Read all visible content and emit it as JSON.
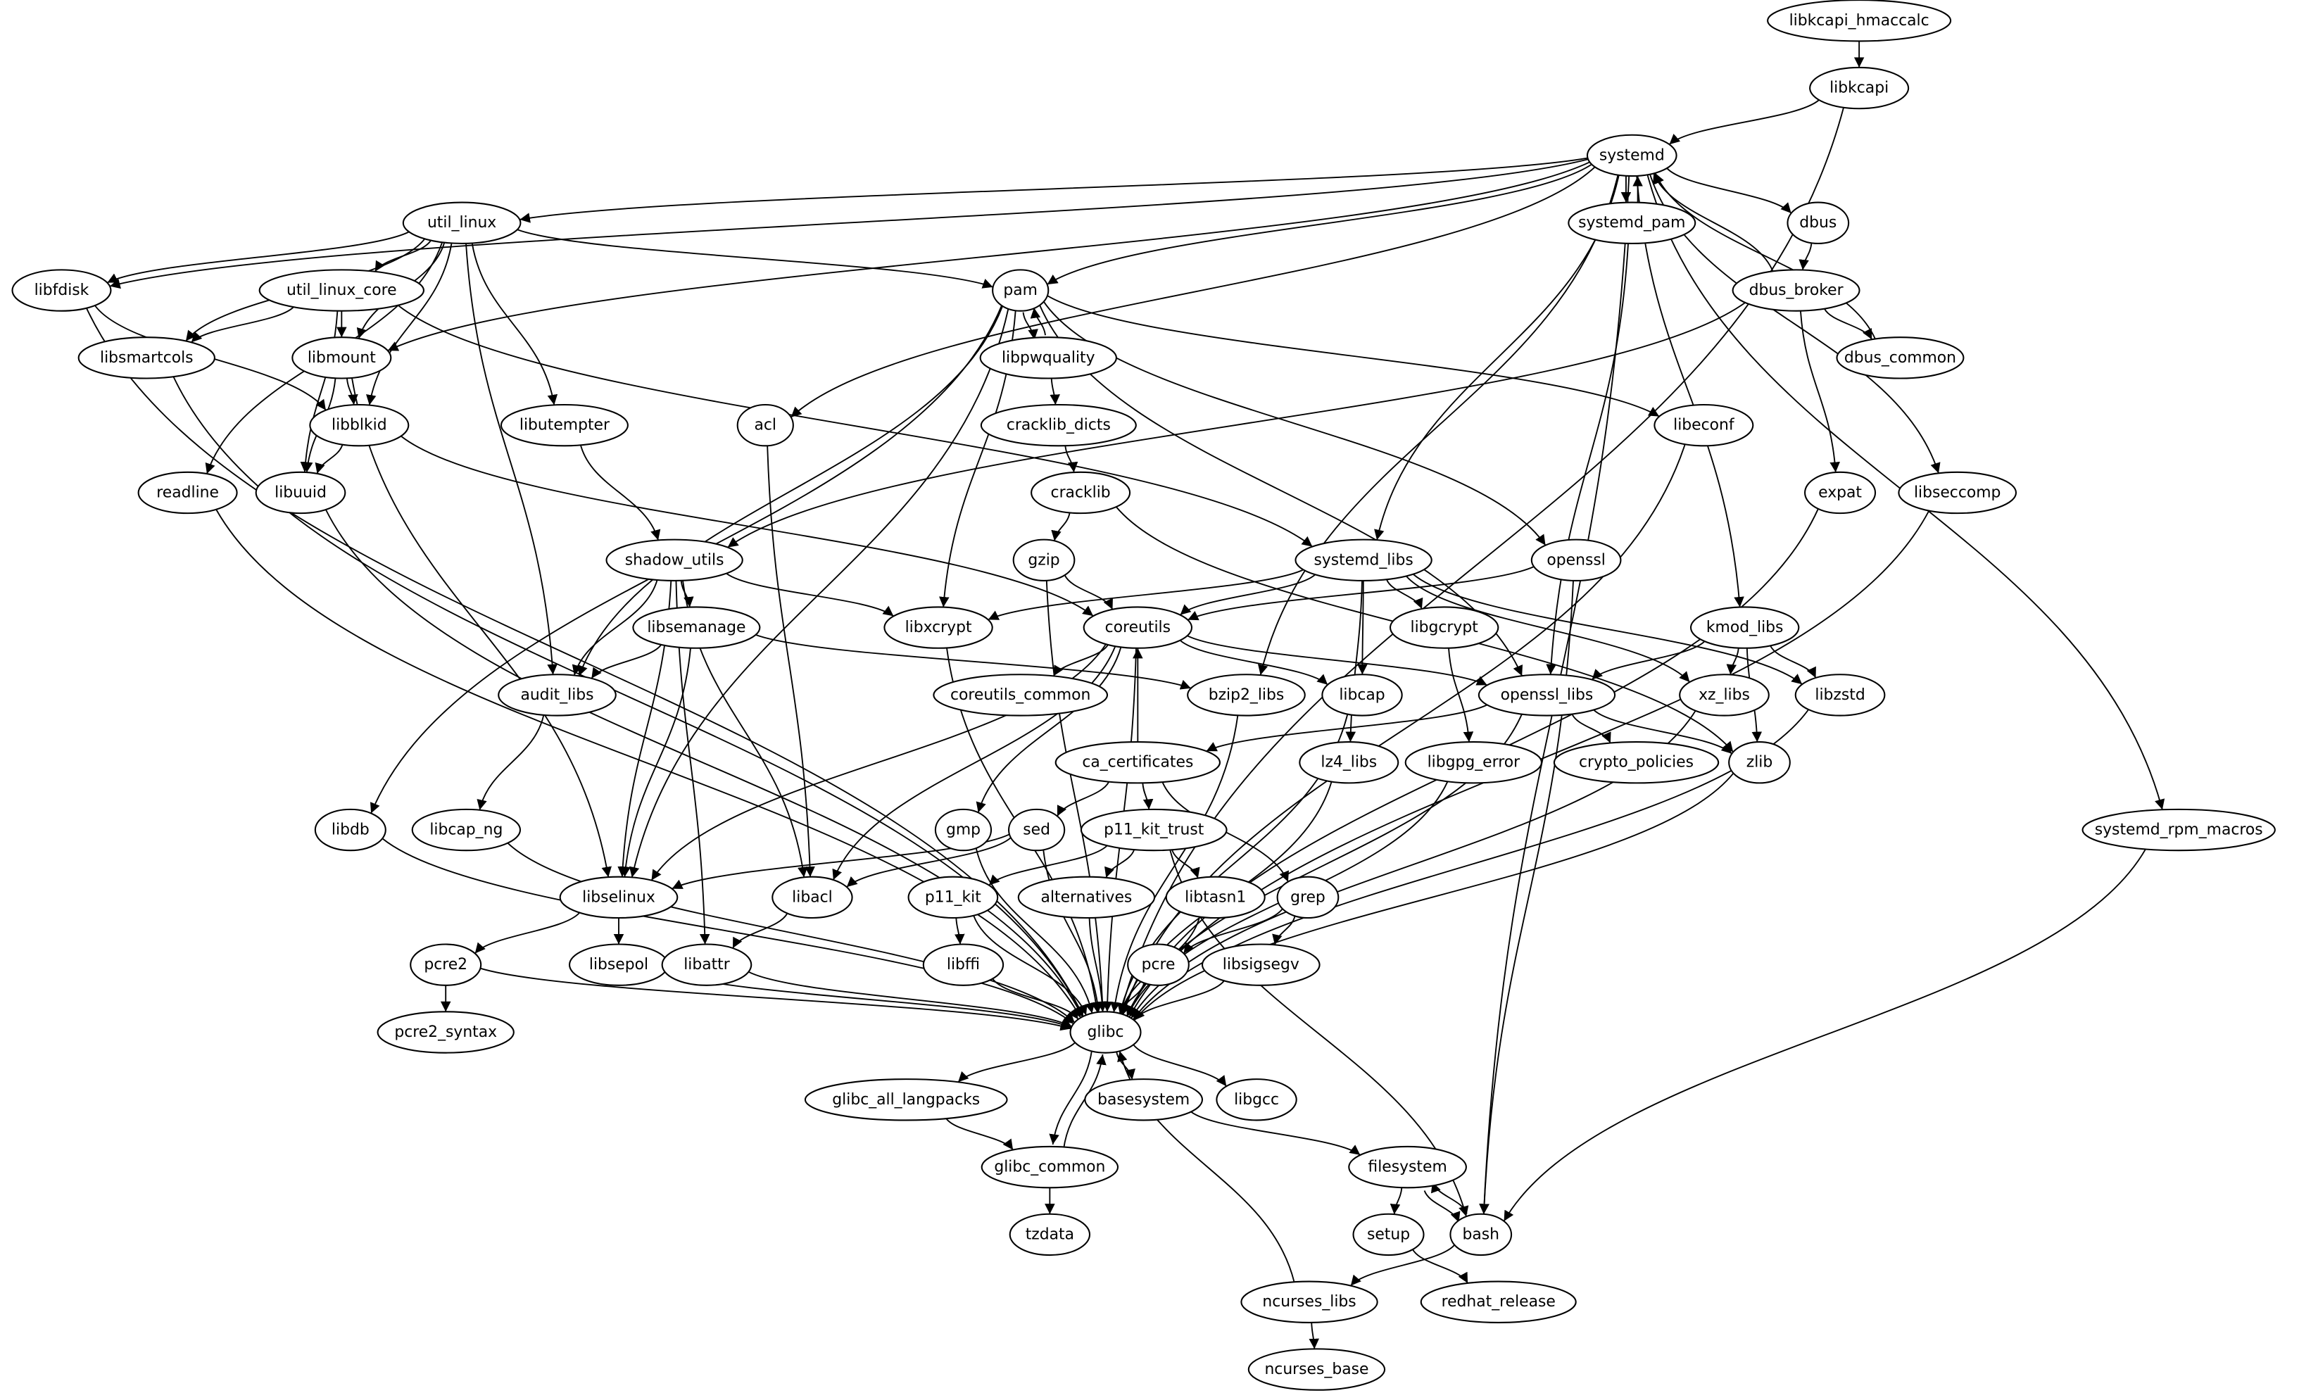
{
  "title": "Package dependency graph",
  "colors": {
    "stroke": "#000000",
    "background": "#ffffff",
    "text": "#000000"
  },
  "nodes": [
    "libkcapi_hmaccalc",
    "libkcapi",
    "systemd",
    "util_linux",
    "systemd_pam",
    "dbus",
    "libfdisk",
    "util_linux_core",
    "pam",
    "dbus_broker",
    "libsmartcols",
    "libmount",
    "libpwquality",
    "dbus_common",
    "libblkid",
    "libutempter",
    "acl",
    "cracklib_dicts",
    "libeconf",
    "readline",
    "libuuid",
    "cracklib",
    "expat",
    "libseccomp",
    "shadow_utils",
    "gzip",
    "systemd_libs",
    "openssl",
    "libsemanage",
    "libxcrypt",
    "coreutils",
    "libgcrypt",
    "kmod_libs",
    "audit_libs",
    "coreutils_common",
    "bzip2_libs",
    "libcap",
    "openssl_libs",
    "xz_libs",
    "libzstd",
    "ca_certificates",
    "lz4_libs",
    "libgpg_error",
    "crypto_policies",
    "zlib",
    "libdb",
    "libcap_ng",
    "gmp",
    "sed",
    "p11_kit_trust",
    "systemd_rpm_macros",
    "libselinux",
    "libacl",
    "p11_kit",
    "alternatives",
    "libtasn1",
    "grep",
    "pcre2",
    "libsepol",
    "libattr",
    "libffi",
    "pcre",
    "libsigsegv",
    "glibc",
    "pcre2_syntax",
    "glibc_all_langpacks",
    "basesystem",
    "libgcc",
    "glibc_common",
    "filesystem",
    "tzdata",
    "setup",
    "bash",
    "ncurses_libs",
    "redhat_release",
    "ncurses_base"
  ],
  "edges": [
    [
      "libkcapi_hmaccalc",
      "libkcapi"
    ],
    [
      "libkcapi",
      "systemd"
    ],
    [
      "libkcapi",
      "glibc"
    ],
    [
      "systemd",
      "util_linux"
    ],
    [
      "systemd",
      "libfdisk"
    ],
    [
      "systemd",
      "libmount"
    ],
    [
      "systemd",
      "pam"
    ],
    [
      "systemd",
      "acl"
    ],
    [
      "systemd",
      "systemd_pam"
    ],
    [
      "systemd",
      "dbus"
    ],
    [
      "systemd",
      "bzip2_libs"
    ],
    [
      "systemd",
      "systemd_libs"
    ],
    [
      "systemd",
      "kmod_libs"
    ],
    [
      "systemd",
      "libseccomp"
    ],
    [
      "systemd",
      "systemd_rpm_macros"
    ],
    [
      "systemd",
      "bash"
    ],
    [
      "systemd_pam",
      "systemd"
    ],
    [
      "systemd_pam",
      "openssl_libs"
    ],
    [
      "util_linux",
      "libfdisk"
    ],
    [
      "util_linux",
      "util_linux_core"
    ],
    [
      "util_linux",
      "libsmartcols"
    ],
    [
      "util_linux",
      "readline"
    ],
    [
      "util_linux",
      "libmount"
    ],
    [
      "util_linux",
      "libblkid"
    ],
    [
      "util_linux",
      "libutempter"
    ],
    [
      "util_linux",
      "audit_libs"
    ],
    [
      "util_linux",
      "pam"
    ],
    [
      "util_linux_core",
      "libsmartcols"
    ],
    [
      "util_linux_core",
      "libmount"
    ],
    [
      "util_linux_core",
      "libuuid"
    ],
    [
      "util_linux_core",
      "systemd_libs"
    ],
    [
      "libfdisk",
      "libblkid"
    ],
    [
      "libfdisk",
      "glibc"
    ],
    [
      "libsmartcols",
      "glibc"
    ],
    [
      "libmount",
      "libblkid"
    ],
    [
      "libmount",
      "libuuid"
    ],
    [
      "libmount",
      "libselinux"
    ],
    [
      "libblkid",
      "libuuid"
    ],
    [
      "libblkid",
      "coreutils"
    ],
    [
      "readline",
      "glibc"
    ],
    [
      "libuuid",
      "glibc"
    ],
    [
      "pam",
      "libpwquality"
    ],
    [
      "pam",
      "libdb"
    ],
    [
      "pam",
      "libselinux"
    ],
    [
      "pam",
      "audit_libs"
    ],
    [
      "pam",
      "libxcrypt"
    ],
    [
      "pam",
      "openssl_libs"
    ],
    [
      "pam",
      "openssl"
    ],
    [
      "pam",
      "libeconf"
    ],
    [
      "libpwquality",
      "pam"
    ],
    [
      "libpwquality",
      "cracklib_dicts"
    ],
    [
      "cracklib_dicts",
      "cracklib"
    ],
    [
      "cracklib",
      "gzip"
    ],
    [
      "cracklib",
      "zlib"
    ],
    [
      "gzip",
      "coreutils"
    ],
    [
      "gzip",
      "glibc"
    ],
    [
      "dbus",
      "dbus_broker"
    ],
    [
      "dbus_broker",
      "dbus_common"
    ],
    [
      "dbus_broker",
      "expat"
    ],
    [
      "dbus_broker",
      "shadow_utils"
    ],
    [
      "dbus_broker",
      "systemd"
    ],
    [
      "dbus_common",
      "systemd"
    ],
    [
      "libutempter",
      "shadow_utils"
    ],
    [
      "acl",
      "libacl"
    ],
    [
      "libeconf",
      "glibc"
    ],
    [
      "expat",
      "glibc"
    ],
    [
      "libseccomp",
      "glibc"
    ],
    [
      "shadow_utils",
      "libsemanage"
    ],
    [
      "shadow_utils",
      "audit_libs"
    ],
    [
      "shadow_utils",
      "libselinux"
    ],
    [
      "shadow_utils",
      "libxcrypt"
    ],
    [
      "shadow_utils",
      "libacl"
    ],
    [
      "shadow_utils",
      "libattr"
    ],
    [
      "systemd_libs",
      "libxcrypt"
    ],
    [
      "systemd_libs",
      "coreutils"
    ],
    [
      "systemd_libs",
      "libgcrypt"
    ],
    [
      "systemd_libs",
      "libcap"
    ],
    [
      "systemd_libs",
      "lz4_libs"
    ],
    [
      "systemd_libs",
      "xz_libs"
    ],
    [
      "systemd_libs",
      "libzstd"
    ],
    [
      "openssl",
      "coreutils"
    ],
    [
      "openssl",
      "bash"
    ],
    [
      "libsemanage",
      "audit_libs"
    ],
    [
      "libsemanage",
      "libselinux"
    ],
    [
      "libsemanage",
      "bzip2_libs"
    ],
    [
      "libxcrypt",
      "glibc"
    ],
    [
      "coreutils",
      "coreutils_common"
    ],
    [
      "coreutils",
      "libcap"
    ],
    [
      "coreutils",
      "openssl_libs"
    ],
    [
      "coreutils",
      "gmp"
    ],
    [
      "coreutils",
      "libselinux"
    ],
    [
      "coreutils",
      "libacl"
    ],
    [
      "coreutils",
      "glibc"
    ],
    [
      "libgcrypt",
      "libgpg_error"
    ],
    [
      "kmod_libs",
      "openssl_libs"
    ],
    [
      "kmod_libs",
      "xz_libs"
    ],
    [
      "kmod_libs",
      "libzstd"
    ],
    [
      "kmod_libs",
      "zlib"
    ],
    [
      "audit_libs",
      "libcap_ng"
    ],
    [
      "bzip2_libs",
      "glibc"
    ],
    [
      "libcap",
      "glibc"
    ],
    [
      "openssl_libs",
      "ca_certificates"
    ],
    [
      "openssl_libs",
      "crypto_policies"
    ],
    [
      "openssl_libs",
      "zlib"
    ],
    [
      "openssl_libs",
      "glibc"
    ],
    [
      "xz_libs",
      "glibc"
    ],
    [
      "libzstd",
      "glibc"
    ],
    [
      "ca_certificates",
      "coreutils"
    ],
    [
      "ca_certificates",
      "sed"
    ],
    [
      "ca_certificates",
      "p11_kit_trust"
    ],
    [
      "ca_certificates",
      "grep"
    ],
    [
      "lz4_libs",
      "glibc"
    ],
    [
      "libgpg_error",
      "glibc"
    ],
    [
      "zlib",
      "glibc"
    ],
    [
      "libdb",
      "glibc"
    ],
    [
      "libcap_ng",
      "glibc"
    ],
    [
      "gmp",
      "glibc"
    ],
    [
      "sed",
      "libselinux"
    ],
    [
      "sed",
      "libacl"
    ],
    [
      "sed",
      "glibc"
    ],
    [
      "p11_kit_trust",
      "p11_kit"
    ],
    [
      "p11_kit_trust",
      "alternatives"
    ],
    [
      "p11_kit_trust",
      "libtasn1"
    ],
    [
      "p11_kit_trust",
      "bash"
    ],
    [
      "systemd_rpm_macros",
      "bash"
    ],
    [
      "libselinux",
      "pcre2"
    ],
    [
      "libselinux",
      "libsepol"
    ],
    [
      "libacl",
      "libattr"
    ],
    [
      "p11_kit",
      "libffi"
    ],
    [
      "p11_kit",
      "glibc"
    ],
    [
      "alternatives",
      "glibc"
    ],
    [
      "libtasn1",
      "glibc"
    ],
    [
      "grep",
      "pcre"
    ],
    [
      "grep",
      "libsigsegv"
    ],
    [
      "pcre2",
      "pcre2_syntax"
    ],
    [
      "pcre2",
      "glibc"
    ],
    [
      "libsepol",
      "glibc"
    ],
    [
      "libattr",
      "glibc"
    ],
    [
      "libffi",
      "glibc"
    ],
    [
      "pcre",
      "glibc"
    ],
    [
      "libsigsegv",
      "glibc"
    ],
    [
      "glibc",
      "glibc_all_langpacks"
    ],
    [
      "glibc",
      "basesystem"
    ],
    [
      "glibc",
      "libgcc"
    ],
    [
      "glibc",
      "glibc_common"
    ],
    [
      "glibc_all_langpacks",
      "glibc_common"
    ],
    [
      "glibc_common",
      "glibc"
    ],
    [
      "glibc_common",
      "tzdata"
    ],
    [
      "basesystem",
      "filesystem"
    ],
    [
      "filesystem",
      "setup"
    ],
    [
      "filesystem",
      "bash"
    ],
    [
      "bash",
      "filesystem"
    ],
    [
      "bash",
      "ncurses_libs"
    ],
    [
      "setup",
      "redhat_release"
    ],
    [
      "ncurses_libs",
      "glibc"
    ],
    [
      "ncurses_libs",
      "ncurses_base"
    ]
  ]
}
